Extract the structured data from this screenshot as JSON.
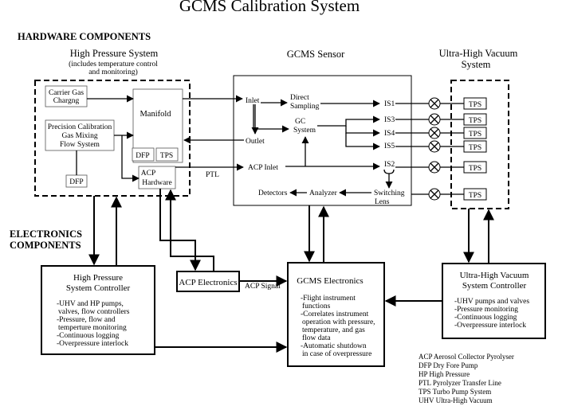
{
  "title": "GCMS Calibration System",
  "sections": {
    "hardware": "HARDWARE COMPONENTS",
    "electronics_line1": "ELECTRONICS",
    "electronics_line2": "COMPONENTS"
  },
  "hp_system": {
    "title": "High Pressure System",
    "note_line1": "(includes temperature control",
    "note_line2": "and monitoring)",
    "carrier_line1": "Carrier Gas",
    "carrier_line2": "Chargng",
    "precision_line1": "Precision Calibration",
    "precision_line2": "Gas Mixing",
    "precision_line3": "Flow System",
    "manifold": "Manifold",
    "dfp": "DFP",
    "tps": "TPS",
    "acp_hw_line1": "ACP",
    "acp_hw_line2": "Hardware",
    "dfp_bottom": "DFP",
    "ptl": "PTL"
  },
  "gcms_sensor": {
    "title": "GCMS Sensor",
    "inlet": "Inlet",
    "outlet": "Outlet",
    "direct_line1": "Direct",
    "direct_line2": "Sampling",
    "gc_line1": "GC",
    "gc_line2": "System",
    "acp_inlet": "ACP Inlet",
    "is1": "IS1",
    "is3": "IS3",
    "is4": "IS4",
    "is5": "IS5",
    "is2": "IS2",
    "detectors": "Detectors",
    "analyzer": "Analyzer",
    "switching_line1": "Switching",
    "switching_line2": "Lens"
  },
  "uhv_system": {
    "title_line1": "Ultra-High Vacuum",
    "title_line2": "System",
    "tps": [
      "TPS",
      "TPS",
      "TPS",
      "TPS",
      "TPS",
      "TPS"
    ]
  },
  "hp_controller": {
    "title_line1": "High Pressure",
    "title_line2": "System Controller",
    "items": [
      "-UHV and HP pumps,",
      "valves, flow controllers",
      "-Pressure, flow and",
      "temperture monitoring",
      "-Continuous logging",
      "-Overpressure interlock"
    ]
  },
  "acp_electronics": {
    "title": "ACP Electronics",
    "signal": "ACP Signal"
  },
  "gcms_electronics": {
    "title": "GCMS Electronics",
    "items": [
      "-Flight instrument",
      "functions",
      "-Correlates instrument",
      "operation with pressure,",
      "temperature, and gas",
      "flow data",
      "-Automatic shutdown",
      "in case of overpressure"
    ]
  },
  "uhv_controller": {
    "title_line1": "Ultra-High Vacuum",
    "title_line2": "System Controller",
    "items": [
      "-UHV pumps and valves",
      "-Pressure monitoring",
      "-Continuous logging",
      "-Overpressure interlock"
    ]
  },
  "legend": [
    "ACP  Aerosol Collector Pyrolyser",
    "DFP  Dry Fore Pump",
    "HP  High Pressure",
    "PTL  Pyrolyzer Transfer Line",
    "TPS  Turbo Pump System",
    "UHV  Ultra-High Vacuum"
  ]
}
